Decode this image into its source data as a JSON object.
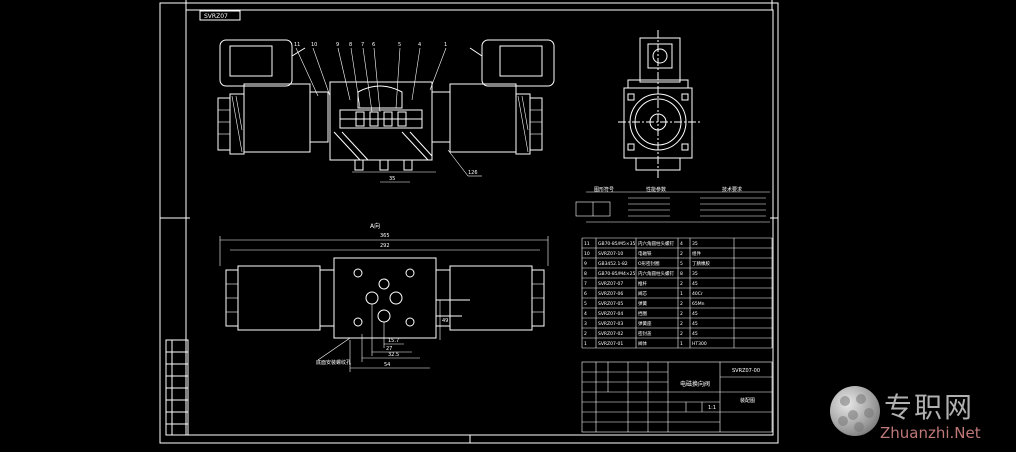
{
  "sheet": {
    "tag_top_left": "SVRZ07"
  },
  "views": {
    "section_label": "A向"
  },
  "dimensions": {
    "front_1": "35",
    "front_2": "126",
    "plan_top": "365",
    "plan_second": "292",
    "plan_a": "15.7",
    "plan_b": "27",
    "plan_c": "32.5",
    "plan_d": "49",
    "plan_e": "54",
    "note": "底面安装螺纹孔"
  },
  "tech_table": {
    "h1": "图形符号",
    "h2": "性能参数",
    "h3": "技术要求"
  },
  "parts_rows": [
    {
      "no": "11",
      "code": "GB70-85/M5×35",
      "name": "内六角圆柱头螺钉",
      "qty": "4",
      "mat": "35",
      "note": ""
    },
    {
      "no": "10",
      "code": "SVRZ07-10",
      "name": "电磁铁",
      "qty": "2",
      "mat": "组件",
      "note": ""
    },
    {
      "no": "9",
      "code": "GB3452.1-82",
      "name": "O形密封圈",
      "qty": "5",
      "mat": "丁腈橡胶",
      "note": ""
    },
    {
      "no": "8",
      "code": "GB70-85/M4×25",
      "name": "内六角圆柱头螺钉",
      "qty": "8",
      "mat": "35",
      "note": ""
    },
    {
      "no": "7",
      "code": "SVRZ07-07",
      "name": "推杆",
      "qty": "2",
      "mat": "45",
      "note": ""
    },
    {
      "no": "6",
      "code": "SVRZ07-06",
      "name": "阀芯",
      "qty": "1",
      "mat": "40Cr",
      "note": ""
    },
    {
      "no": "5",
      "code": "SVRZ07-05",
      "name": "弹簧",
      "qty": "2",
      "mat": "65Mn",
      "note": ""
    },
    {
      "no": "4",
      "code": "SVRZ07-04",
      "name": "挡圈",
      "qty": "2",
      "mat": "45",
      "note": ""
    },
    {
      "no": "3",
      "code": "SVRZ07-03",
      "name": "弹簧座",
      "qty": "2",
      "mat": "45",
      "note": ""
    },
    {
      "no": "2",
      "code": "SVRZ07-02",
      "name": "密封盖",
      "qty": "2",
      "mat": "45",
      "note": ""
    },
    {
      "no": "1",
      "code": "SVRZ07-01",
      "name": "阀体",
      "qty": "1",
      "mat": "HT300",
      "note": ""
    }
  ],
  "title_block": {
    "name": "电磁换向阀",
    "code": "SVRZ07-00",
    "scale": "1:1",
    "label": "装配图"
  },
  "watermark": {
    "cn": "专职网",
    "en": "Zhuanzhi.Net"
  },
  "colors": {
    "line": "#ffffff",
    "background": "#000000",
    "watermark_en": "#c07878"
  }
}
